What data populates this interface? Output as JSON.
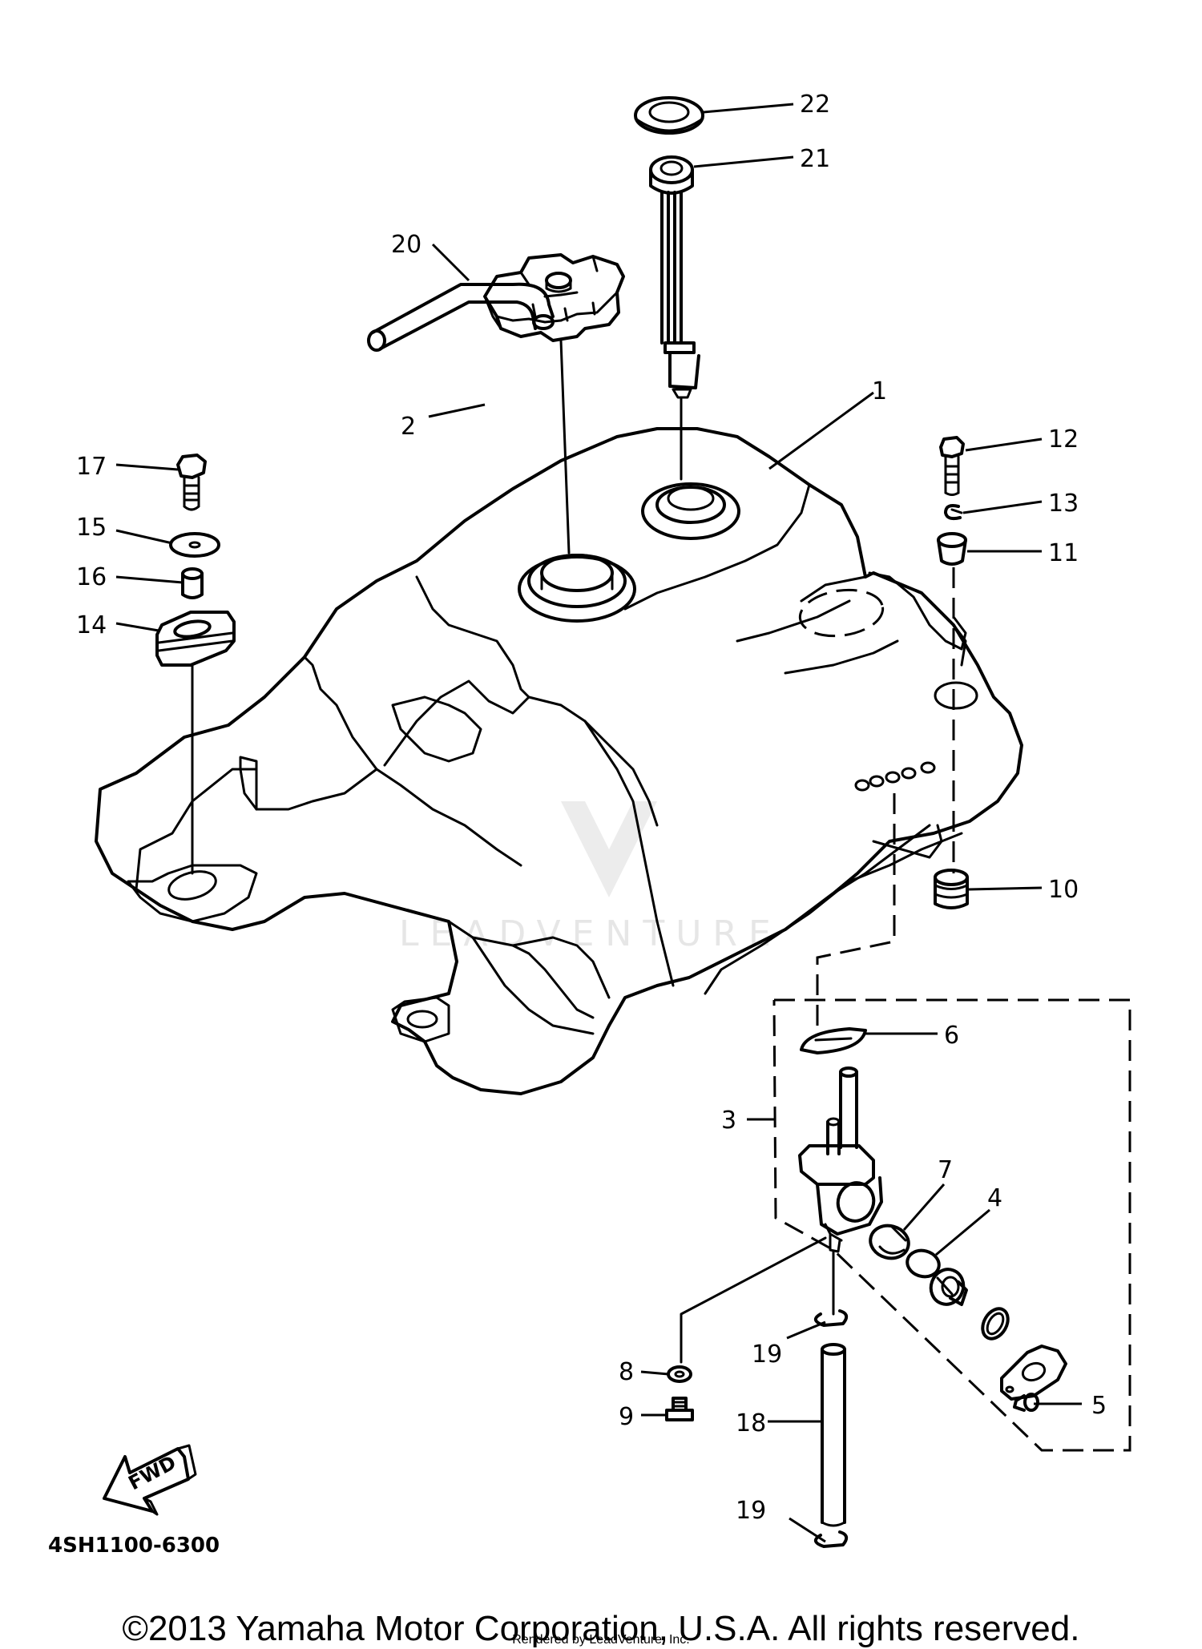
{
  "diagram": {
    "code": "4SH1100-6300",
    "fwd_label": "FWD",
    "watermark": "LEADVENTURE",
    "callouts": {
      "c1": "1",
      "c2": "2",
      "c3": "3",
      "c4": "4",
      "c5": "5",
      "c6": "6",
      "c7": "7",
      "c8": "8",
      "c9": "9",
      "c10": "10",
      "c11": "11",
      "c12": "12",
      "c13": "13",
      "c14": "14",
      "c15": "15",
      "c16": "16",
      "c17": "17",
      "c18": "18",
      "c19a": "19",
      "c19b": "19",
      "c20": "20",
      "c21": "21",
      "c22": "22"
    }
  },
  "footer": {
    "copyright": "©2013 Yamaha Motor Corporation, U.S.A. All rights reserved.",
    "rendered_by": "Rendered by LeadVenture, Inc."
  }
}
